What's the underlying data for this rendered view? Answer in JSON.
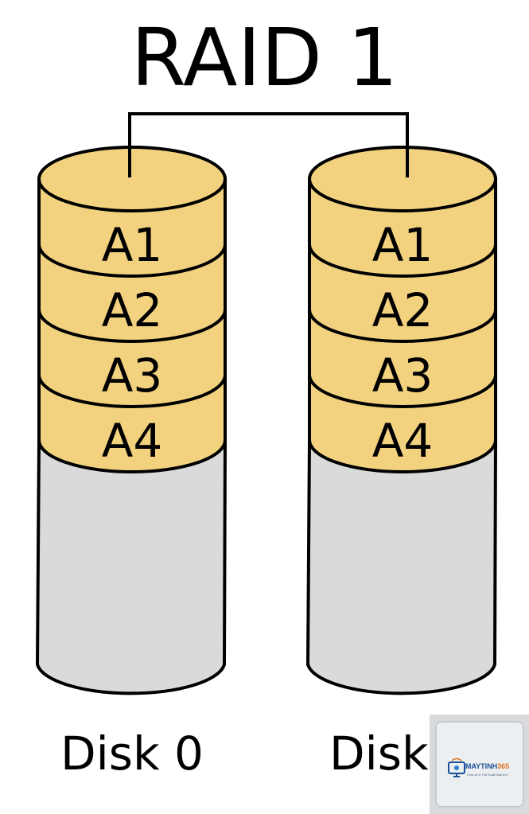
{
  "title": "RAID 1",
  "colors": {
    "data_block": "#f3d27f",
    "free_space": "#dadada",
    "outline": "#000000"
  },
  "disks": [
    {
      "label": "Disk 0",
      "blocks": [
        "A1",
        "A2",
        "A3",
        "A4"
      ]
    },
    {
      "label": "Disk",
      "blocks": [
        "A1",
        "A2",
        "A3",
        "A4"
      ]
    }
  ],
  "watermark": {
    "brand": "MAYTINH",
    "brand_number": "365",
    "tagline": "Chia sẻ & Thủ thuật Máy tính"
  }
}
